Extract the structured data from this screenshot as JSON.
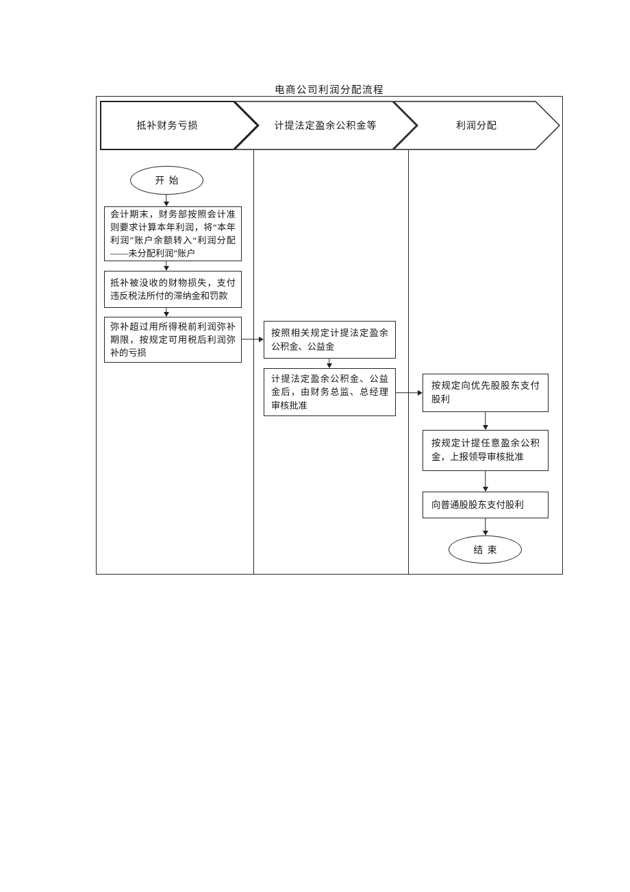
{
  "title": "电商公司利润分配流程",
  "lanes": [
    {
      "label": "抵补财务亏损"
    },
    {
      "label": "计提法定盈余公积金等"
    },
    {
      "label": "利润分配"
    }
  ],
  "nodes": {
    "start": "开始",
    "step1": "会计期末，财务部按照会计准则要求计算本年利润，将“本年利润”账户余额转入“利润分配——未分配利润”账户",
    "step2": "抵补被没收的财物损失，支付违反税法所付的滞纳金和罚款",
    "step3": "弥补超过用所得税前利润弥补期限，按规定可用税后利润弥补的亏损",
    "step4": "按照相关规定计提法定盈余公积金、公益金",
    "step5": "计提法定盈余公积金、公益金后，由财务总监、总经理审核批准",
    "step6": "按规定向优先股股东支付股利",
    "step7": "按规定计提任意盈余公积金，上报领导审核批准",
    "step8": "向普通股股东支付股利",
    "end": "结束"
  },
  "colors": {
    "line": "#262626",
    "background": "#ffffff"
  }
}
